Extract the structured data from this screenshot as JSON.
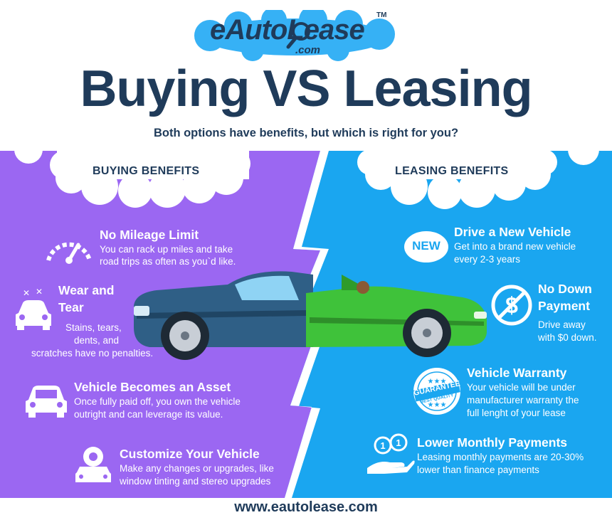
{
  "brand": {
    "logo_main": "eAutoLease",
    "logo_com": ".com",
    "logo_tm": "TM"
  },
  "title": "Buying VS Leasing",
  "subtitle": "Both options have benefits, but which is right for you?",
  "colors": {
    "navy": "#1f3b5a",
    "buying_purple": "#9b67f2",
    "leasing_blue": "#1aa6f0",
    "logo_cloud_blue": "#36b1f5",
    "white": "#ffffff"
  },
  "buying": {
    "heading": "BUYING BENEFITS",
    "items": [
      {
        "icon": "speedometer-icon",
        "title": "No Mileage Limit",
        "lines": [
          "You can rack up miles and take",
          "road trips as often as you`d like."
        ]
      },
      {
        "icon": "car-sparkle-icon",
        "title_lines": [
          "Wear and",
          "Tear"
        ],
        "lines": [
          "Stains, tears,",
          "dents, and",
          "scratches have no penalties."
        ]
      },
      {
        "icon": "car-front-icon",
        "title": "Vehicle Becomes an Asset",
        "lines": [
          "Once fully paid off, you own the vehicle",
          "outright and can leverage its value."
        ]
      },
      {
        "icon": "car-wrench-icon",
        "title": "Customize Your Vehicle",
        "lines": [
          "Make any changes or upgrades, like",
          "window tinting and stereo upgrades"
        ]
      }
    ]
  },
  "leasing": {
    "heading": "LEASING BENEFITS",
    "items": [
      {
        "icon": "new-badge-icon",
        "badge": "NEW",
        "title": "Drive a New Vehicle",
        "lines": [
          "Get into a brand new vehicle",
          "every 2-3 years"
        ]
      },
      {
        "icon": "no-dollar-icon",
        "title_lines": [
          "No Down",
          "Payment"
        ],
        "lines": [
          "Drive away",
          "with $0 down."
        ]
      },
      {
        "icon": "guarantee-seal-icon",
        "seal_top": "GUARANTEE",
        "seal_bottom": "BEST QUALITY",
        "title": "Vehicle Warranty",
        "lines": [
          "Your vehicle will be under",
          "manufacturer warranty the",
          "full lenght of your lease"
        ]
      },
      {
        "icon": "coins-hand-icon",
        "title": "Lower Monthly Payments",
        "lines": [
          "Leasing monthly payments are 20-30%",
          "lower than finance payments"
        ]
      }
    ]
  },
  "footer": "www.eautolease.com"
}
